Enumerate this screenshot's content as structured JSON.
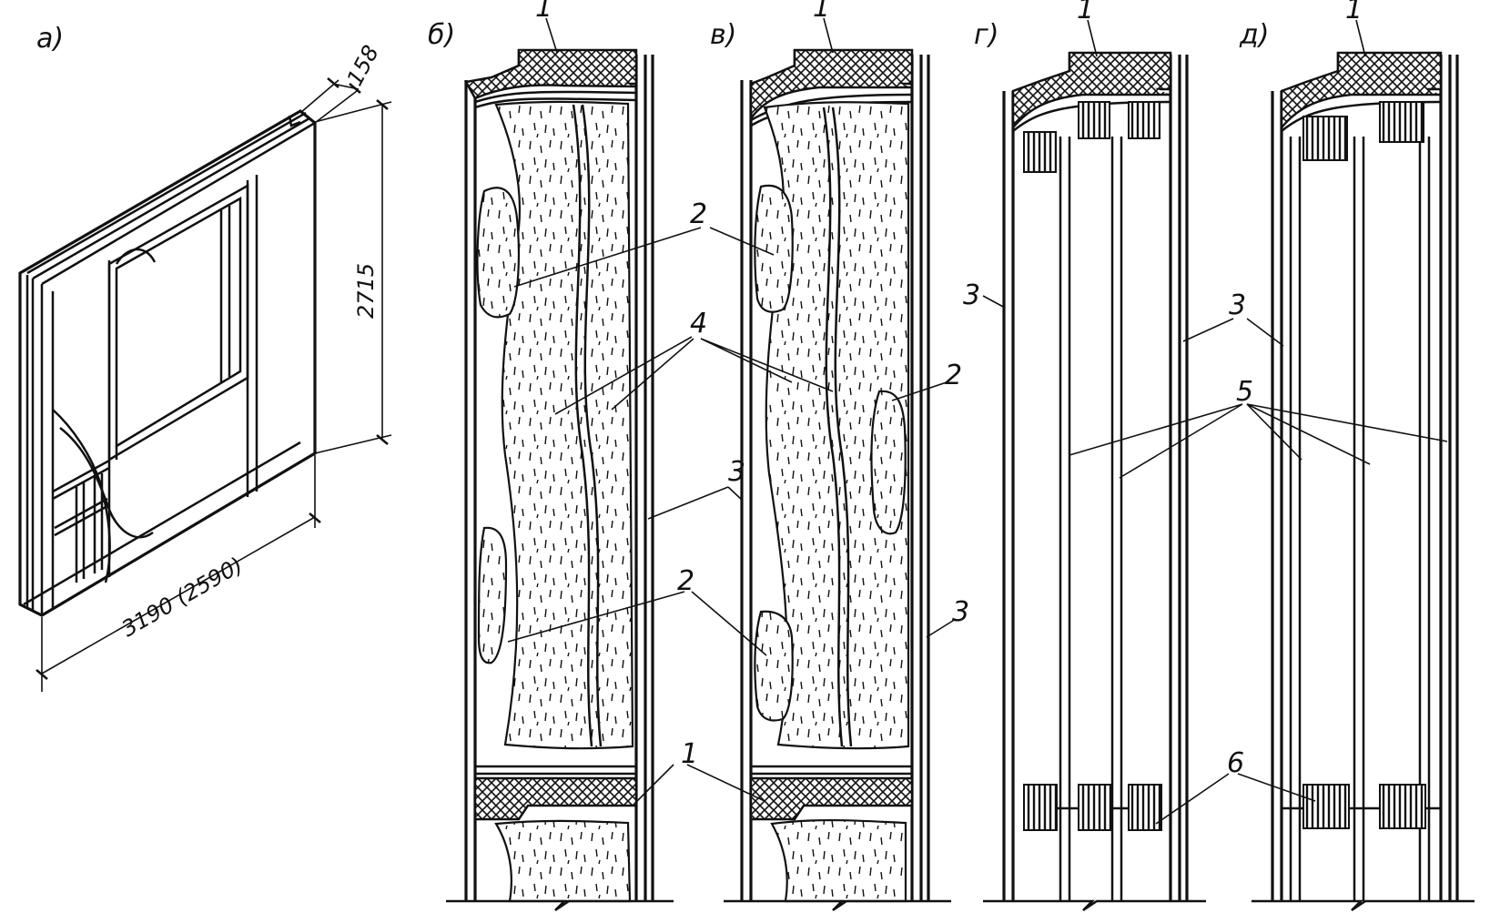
{
  "panels": {
    "a": {
      "label": "а)",
      "dim_width": "3190 (2590)",
      "dim_height": "2715",
      "dim_thickness": "158"
    },
    "b": {
      "label": "б)"
    },
    "v": {
      "label": "в)"
    },
    "g": {
      "label": "г)"
    },
    "d": {
      "label": "д)"
    }
  },
  "callouts": {
    "c1": "1",
    "c2": "2",
    "c3": "3",
    "c4": "4",
    "c5": "5",
    "c6": "6"
  }
}
